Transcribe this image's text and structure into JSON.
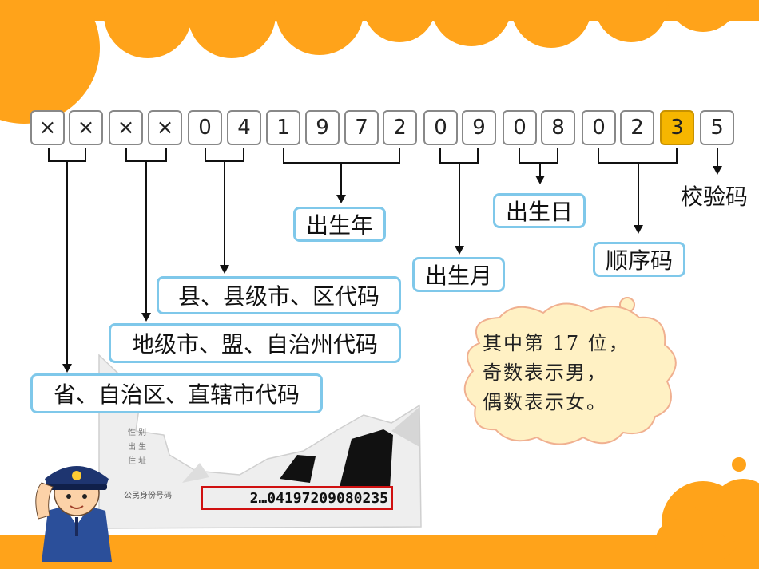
{
  "id_digits": [
    {
      "text": "×",
      "highlight": false
    },
    {
      "text": "×",
      "highlight": false
    },
    {
      "text": "×",
      "highlight": false
    },
    {
      "text": "×",
      "highlight": false
    },
    {
      "text": "0",
      "highlight": false
    },
    {
      "text": "4",
      "highlight": false
    },
    {
      "text": "1",
      "highlight": false
    },
    {
      "text": "9",
      "highlight": false
    },
    {
      "text": "7",
      "highlight": false
    },
    {
      "text": "2",
      "highlight": false
    },
    {
      "text": "0",
      "highlight": false
    },
    {
      "text": "9",
      "highlight": false
    },
    {
      "text": "0",
      "highlight": false
    },
    {
      "text": "8",
      "highlight": false
    },
    {
      "text": "0",
      "highlight": false
    },
    {
      "text": "2",
      "highlight": false
    },
    {
      "text": "3",
      "highlight": true
    },
    {
      "text": "5",
      "highlight": false
    }
  ],
  "labels": {
    "province": "省、自治区、直辖市代码",
    "prefecture": "地级市、盟、自治州代码",
    "county": "县、县级市、区代码",
    "birth_year": "出生年",
    "birth_month": "出生月",
    "birth_day": "出生日",
    "sequence": "顺序码",
    "check": "校验码"
  },
  "note": {
    "line1": "其中第 17 位，",
    "line2": "奇数表示男，",
    "line3": "偶数表示女。"
  },
  "id_card": {
    "field_label": "公民身份号码",
    "number": "2…041972090802​35",
    "fields": [
      "性  别",
      "出  生",
      "住  址"
    ]
  },
  "colors": {
    "orange": "#ffa31a",
    "highlight": "#f6b600",
    "label_border": "#7fc8ea",
    "bubble_fill": "#fff1c4",
    "bubble_border": "#f0b090",
    "red_box": "#d01010"
  }
}
